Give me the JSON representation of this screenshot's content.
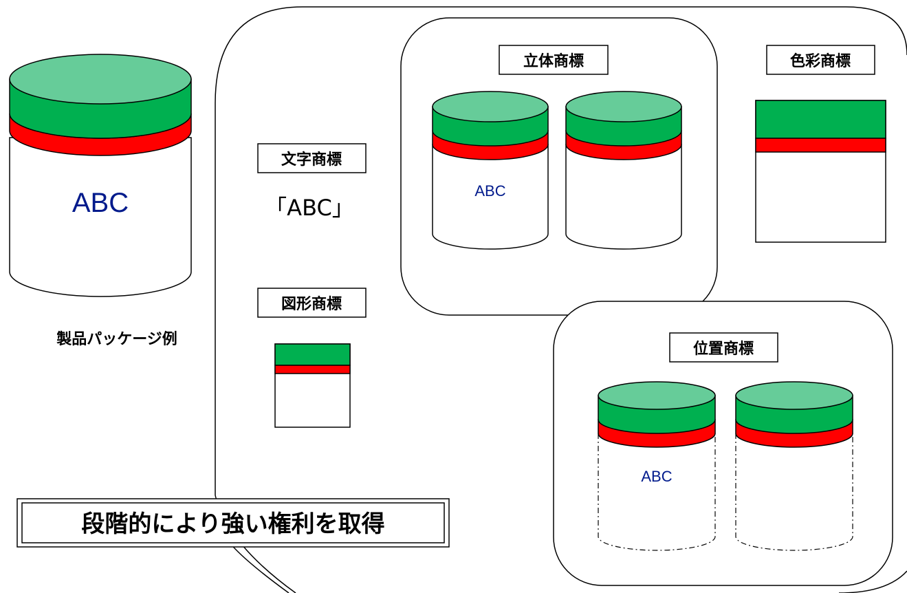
{
  "colors": {
    "green_top": "#66cc99",
    "green_band": "#00b050",
    "red_band": "#ff0000",
    "outline": "#000000",
    "abc_text": "#001a8c"
  },
  "product": {
    "logo_text": "ABC",
    "caption": "製品パッケージ例"
  },
  "trademarks": {
    "word": {
      "label": "文字商標",
      "example": "「ABC」"
    },
    "figure": {
      "label": "図形商標"
    },
    "three_d": {
      "label": "立体商標",
      "logo_text": "ABC"
    },
    "color": {
      "label": "色彩商標"
    },
    "position": {
      "label": "位置商標",
      "logo_text": "ABC"
    }
  },
  "banner": {
    "text": "段階的により強い権利を取得"
  }
}
